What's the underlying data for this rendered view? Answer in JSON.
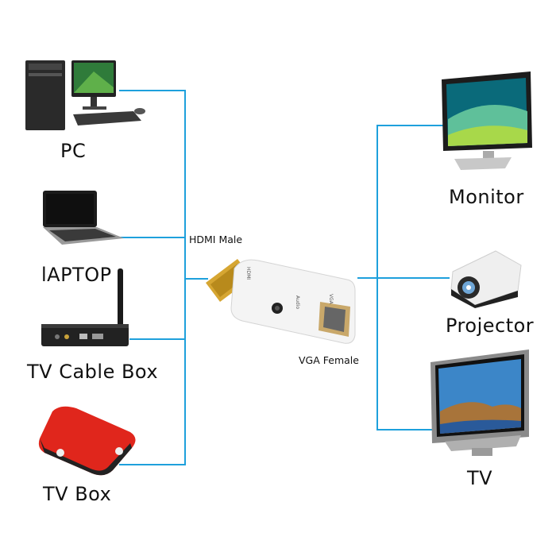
{
  "diagram": {
    "sources": [
      {
        "label": "PC",
        "icon": "desktop-pc-icon"
      },
      {
        "label": "lAPTOP",
        "icon": "laptop-icon"
      },
      {
        "label": "TV Cable Box",
        "icon": "set-top-box-icon"
      },
      {
        "label": "TV Box",
        "icon": "tv-box-icon"
      }
    ],
    "adapter": {
      "input_label": "HDMI Male",
      "output_label": "VGA Female",
      "port_text_audio": "Audio",
      "port_text_vga": "VGA",
      "port_text_hdmi": "HDMI",
      "icon": "hdmi-to-vga-adapter-icon"
    },
    "displays": [
      {
        "label": "Monitor",
        "icon": "monitor-icon"
      },
      {
        "label": "Projector",
        "icon": "projector-icon"
      },
      {
        "label": "TV",
        "icon": "flat-tv-icon"
      }
    ],
    "colors": {
      "connector_line": "#1ea0dc",
      "tv_box_red": "#e0261c"
    }
  }
}
